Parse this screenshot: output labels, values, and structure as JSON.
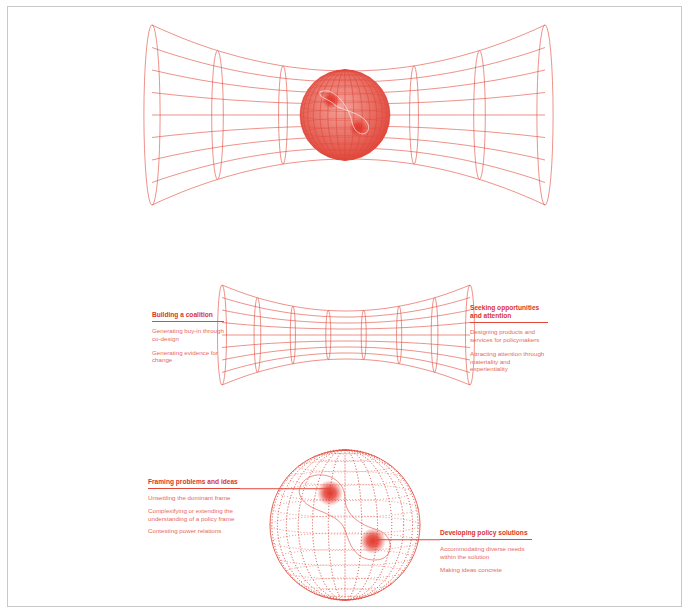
{
  "diagram": {
    "labels": [
      "Building a coalition",
      "Generating buy-in through co-design",
      "Generating evidence for change",
      "Seeking opportunities and attention",
      "Designing products and services for policymakers",
      "Attracting attention through materiality and experientiality",
      "Framing problems and ideas",
      "Unsettling the dominant frame",
      "Complexifying or extending the understanding of a policy frame",
      "Contesting power relations",
      "Developing policy solutions",
      "Accommodating diverse needs within the solution",
      "Making ideas concrete"
    ]
  }
}
